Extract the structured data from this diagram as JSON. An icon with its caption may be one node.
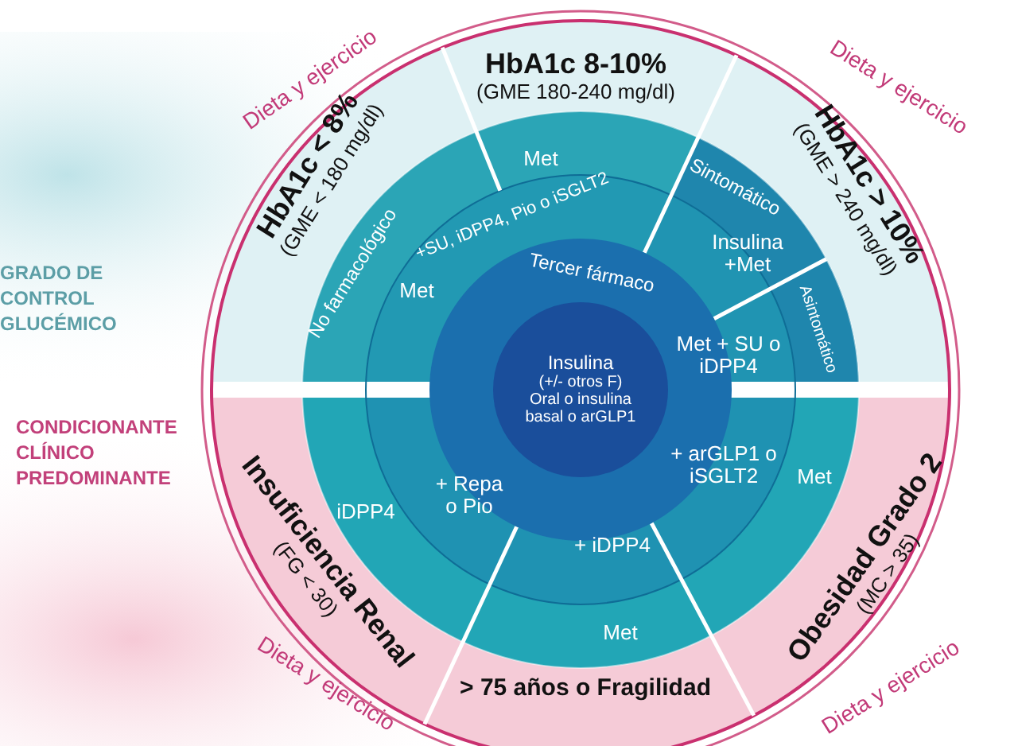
{
  "diagram": {
    "nodes": [
      {
        "text": [
          "HbA1c 8-10%",
          "(GME 180-240 mg/dl)"
        ]
      },
      {
        "text": [
          "HbA1c < 8%",
          "(GME < 180 mg/dl)"
        ]
      },
      {
        "text": [
          "HbA1c > 10%",
          "(GME > 240 mg/dl)"
        ]
      },
      {
        "text": [
          "Insuficiencia Renal",
          "(FG < 30)"
        ]
      },
      {
        "text": [
          "> 75 años o Fragilidad"
        ]
      },
      {
        "text": [
          "Obesidad Grado 2",
          "(MC > 35)"
        ]
      },
      {
        "text": [
          "No farmacológico"
        ]
      },
      {
        "text": [
          "Met"
        ]
      },
      {
        "text": [
          "Met"
        ]
      },
      {
        "text": [
          "Sintomático"
        ]
      },
      {
        "text": [
          "Asintomático"
        ]
      },
      {
        "text": [
          "+SU, iDPP4, Pio o iSGLT2"
        ]
      },
      {
        "text": [
          "Insulina +Met"
        ]
      },
      {
        "text": [
          "Met + SU o iDPP4"
        ]
      },
      {
        "text": [
          "Tercer fármaco"
        ]
      },
      {
        "text": [
          "Insulina",
          "(+/- otros F)",
          "Oral o insulina basal o arGLP1"
        ]
      },
      {
        "text": [
          "iDPP4"
        ]
      },
      {
        "text": [
          "+ Repa o Pio"
        ]
      },
      {
        "text": [
          "Met"
        ]
      },
      {
        "text": [
          "+ iDPP4"
        ]
      },
      {
        "text": [
          "Met"
        ]
      },
      {
        "text": [
          "+ arGLP1 o iSGLT2"
        ]
      }
    ],
    "labels": [
      "Dieta y ejercicio",
      "Dieta y ejercicio",
      "GRADO DE CONTROL GLUCÉMICO",
      "CONDICIONANTE CLÍNICO PREDOMINANTE",
      "Dieta y ejercicio",
      "Dieta y ejercicio"
    ]
  }
}
